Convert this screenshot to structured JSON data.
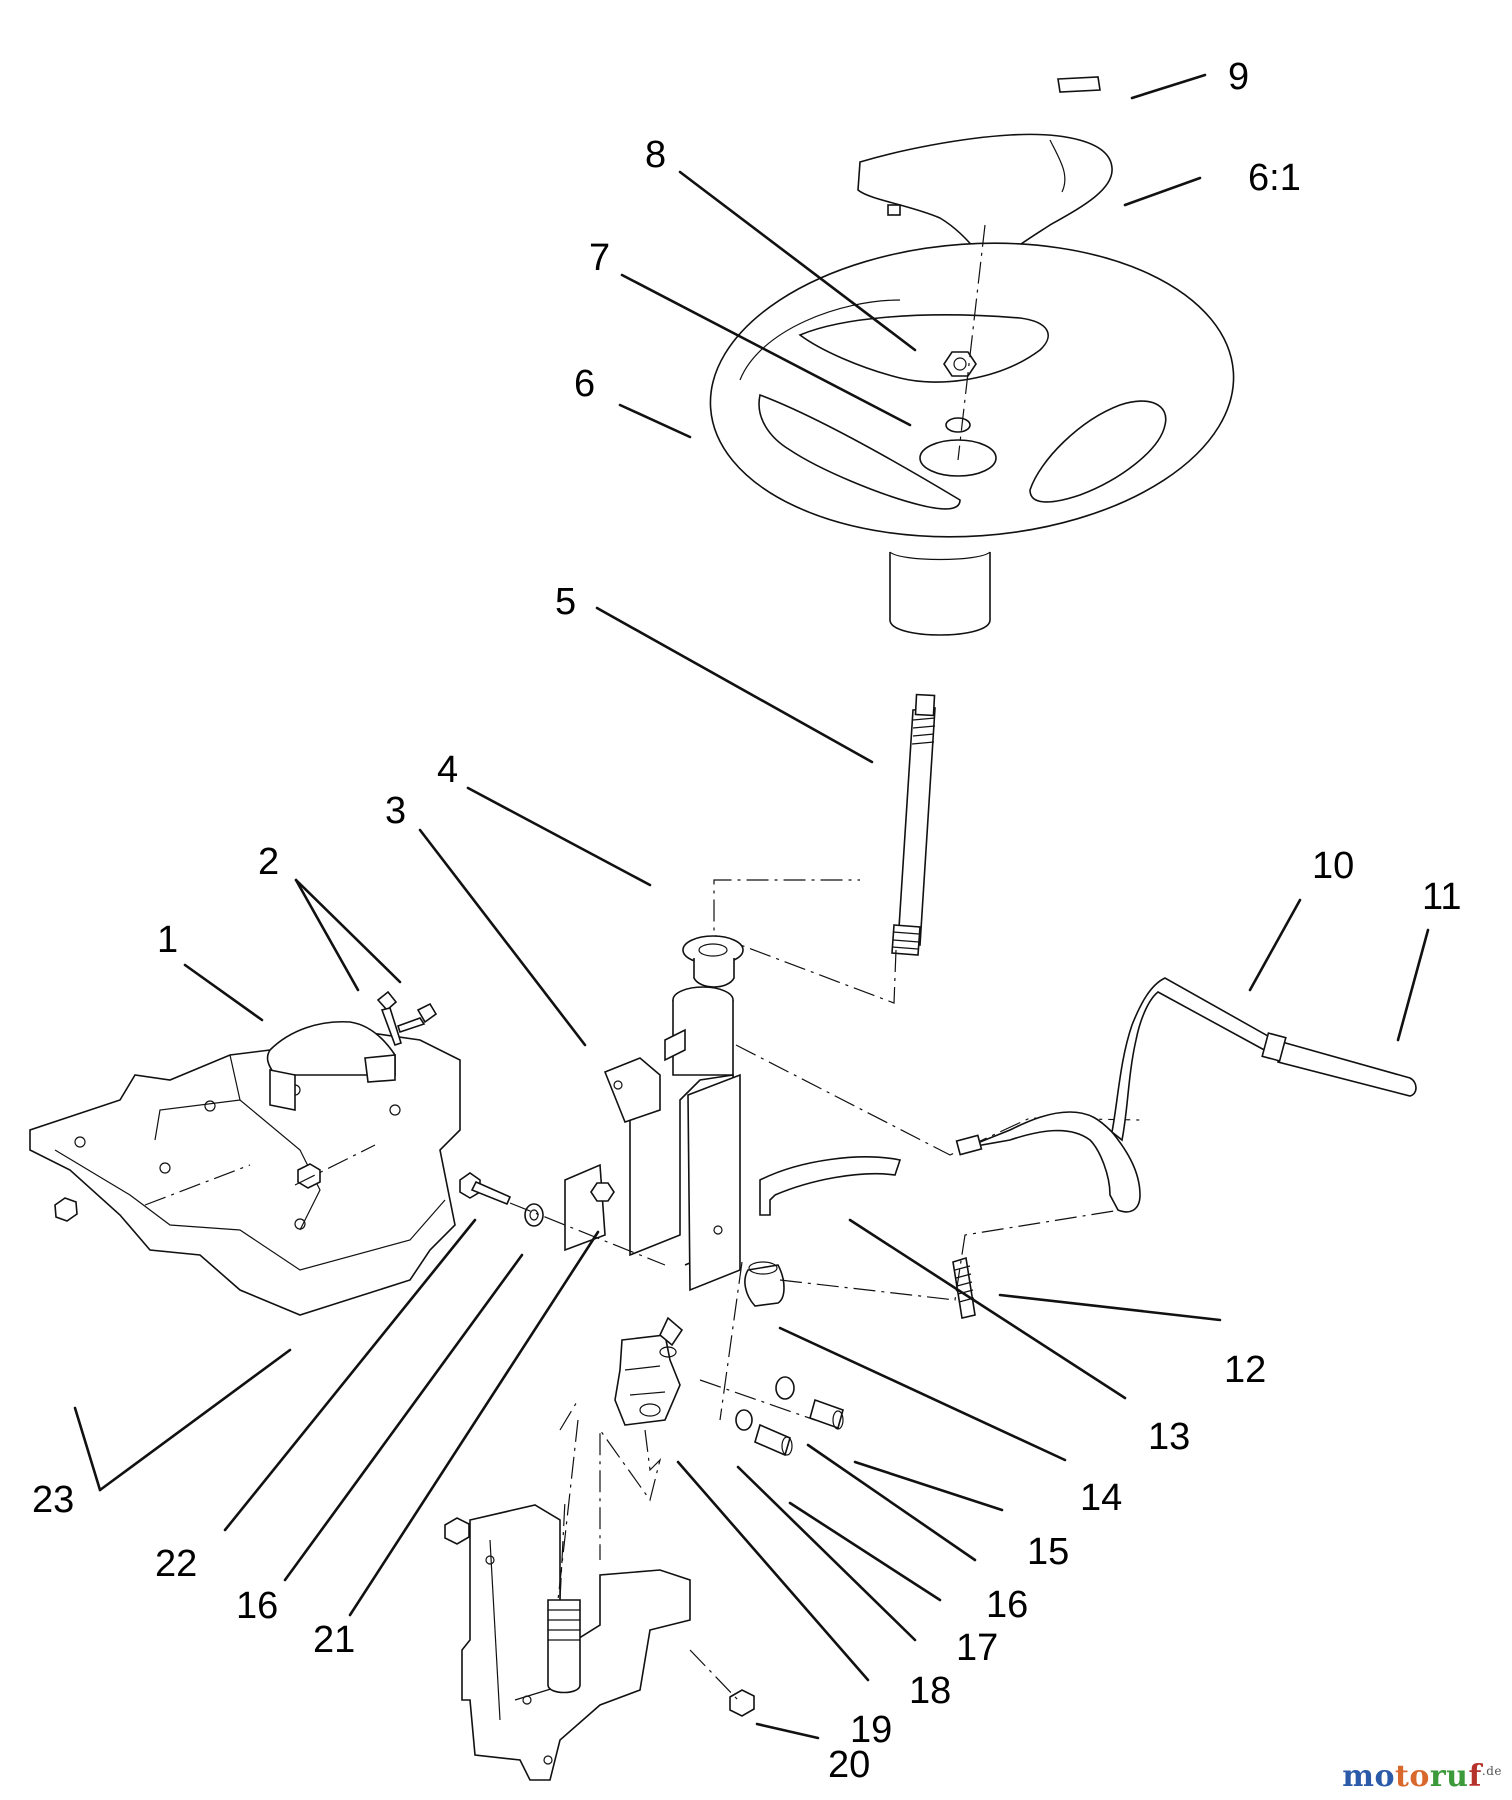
{
  "diagram": {
    "callouts": [
      {
        "id": "c-1",
        "text": "1"
      },
      {
        "id": "c-2",
        "text": "2"
      },
      {
        "id": "c-3",
        "text": "3"
      },
      {
        "id": "c-4",
        "text": "4"
      },
      {
        "id": "c-5",
        "text": "5"
      },
      {
        "id": "c-6",
        "text": "6"
      },
      {
        "id": "c-61",
        "text": "6:1"
      },
      {
        "id": "c-7",
        "text": "7"
      },
      {
        "id": "c-8",
        "text": "8"
      },
      {
        "id": "c-9",
        "text": "9"
      },
      {
        "id": "c-10",
        "text": "10"
      },
      {
        "id": "c-11",
        "text": "11"
      },
      {
        "id": "c-12",
        "text": "12"
      },
      {
        "id": "c-13",
        "text": "13"
      },
      {
        "id": "c-14",
        "text": "14"
      },
      {
        "id": "c-15",
        "text": "15"
      },
      {
        "id": "c-16a",
        "text": "16"
      },
      {
        "id": "c-16b",
        "text": "16"
      },
      {
        "id": "c-17",
        "text": "17"
      },
      {
        "id": "c-18",
        "text": "18"
      },
      {
        "id": "c-19",
        "text": "19"
      },
      {
        "id": "c-20",
        "text": "20"
      },
      {
        "id": "c-21",
        "text": "21"
      },
      {
        "id": "c-22",
        "text": "22"
      },
      {
        "id": "c-23",
        "text": "23"
      }
    ]
  },
  "watermark": {
    "part1": "mo",
    "part2": "to",
    "part3": "ru",
    "part4": "f",
    "tld": ".de"
  }
}
